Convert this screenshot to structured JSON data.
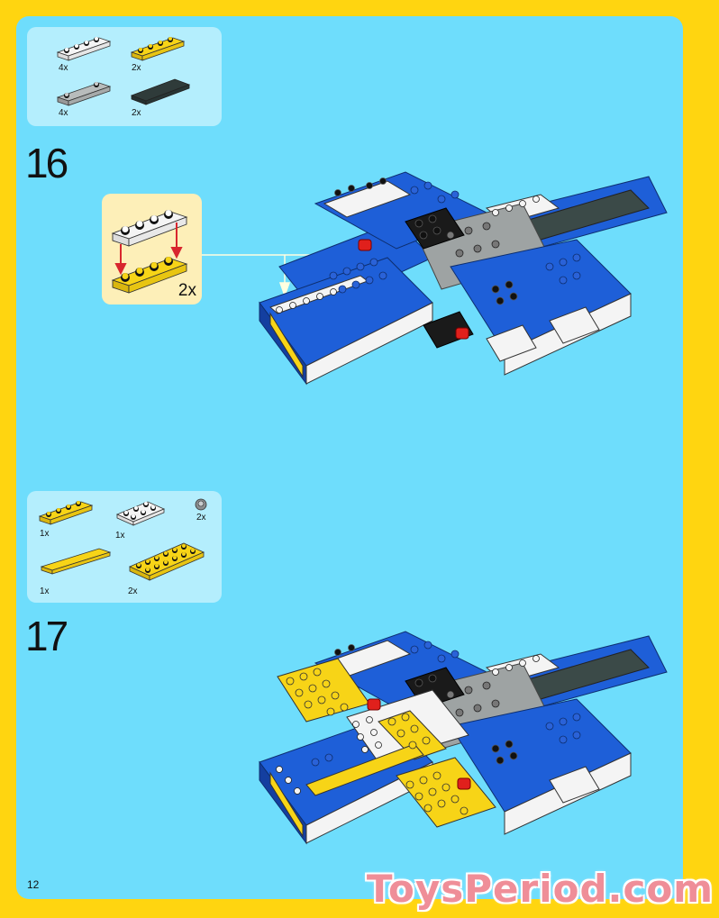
{
  "page": {
    "page_number": "12",
    "watermark": "ToysPeriod.com",
    "colors": {
      "border": "#FFD510",
      "panel": "#6EDDFC",
      "parts_box": "#B4EEFD",
      "subassembly_box": "#FDEFB8",
      "lego_blue": "#1E5FD8",
      "lego_yellow": "#F7D417",
      "lego_white": "#F4F4F4",
      "lego_gray": "#9EA3A3",
      "lego_dark_gray": "#3B4A48",
      "lego_black": "#1A1A1A",
      "lego_red": "#E0201C",
      "arrow_red": "#D8262E",
      "callout_line": "#FFFFE0"
    }
  },
  "steps": [
    {
      "number": "16",
      "parts": [
        {
          "icon": "white-plate-1x4-icon",
          "qty": "4x"
        },
        {
          "icon": "yellow-plate-1x4-icon",
          "qty": "2x"
        },
        {
          "icon": "gray-plate-1x4-two-studs-icon",
          "qty": "4x"
        },
        {
          "icon": "dark-gray-tile-2x4-icon",
          "qty": "2x"
        }
      ],
      "subassembly": {
        "qty": "2x",
        "description": "white 1x4 plate onto yellow 1x4 plate"
      }
    },
    {
      "number": "17",
      "parts": [
        {
          "icon": "yellow-plate-1x4-icon",
          "qty": "1x"
        },
        {
          "icon": "white-plate-2x3-icon",
          "qty": "1x"
        },
        {
          "icon": "gray-round-plate-1x1-icon",
          "qty": "2x"
        },
        {
          "icon": "yellow-tile-1x6-icon",
          "qty": "1x"
        },
        {
          "icon": "yellow-plate-2x6-icon",
          "qty": "2x"
        }
      ]
    }
  ]
}
